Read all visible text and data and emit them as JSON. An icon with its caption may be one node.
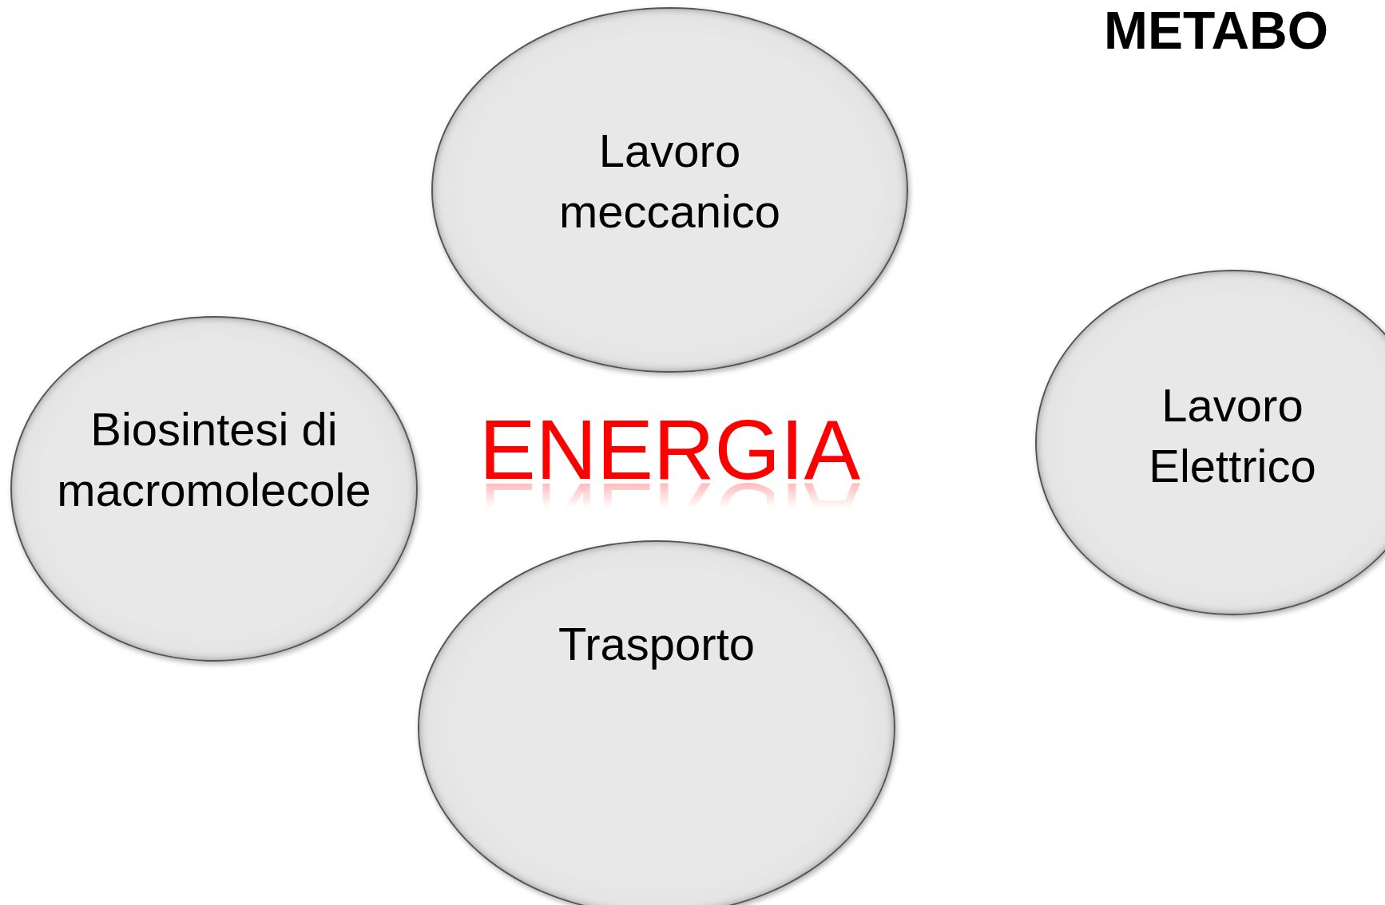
{
  "diagram": {
    "title": "METABO",
    "nodes": [
      {
        "text": [
          "Lavoro meccanico"
        ]
      },
      {
        "text": [
          "Biosintesi di macromolecole"
        ]
      },
      {
        "text": [
          "Lavoro Elettrico"
        ]
      },
      {
        "text": [
          "Trasporto"
        ]
      }
    ],
    "labels": [
      "ENERGIA"
    ]
  }
}
